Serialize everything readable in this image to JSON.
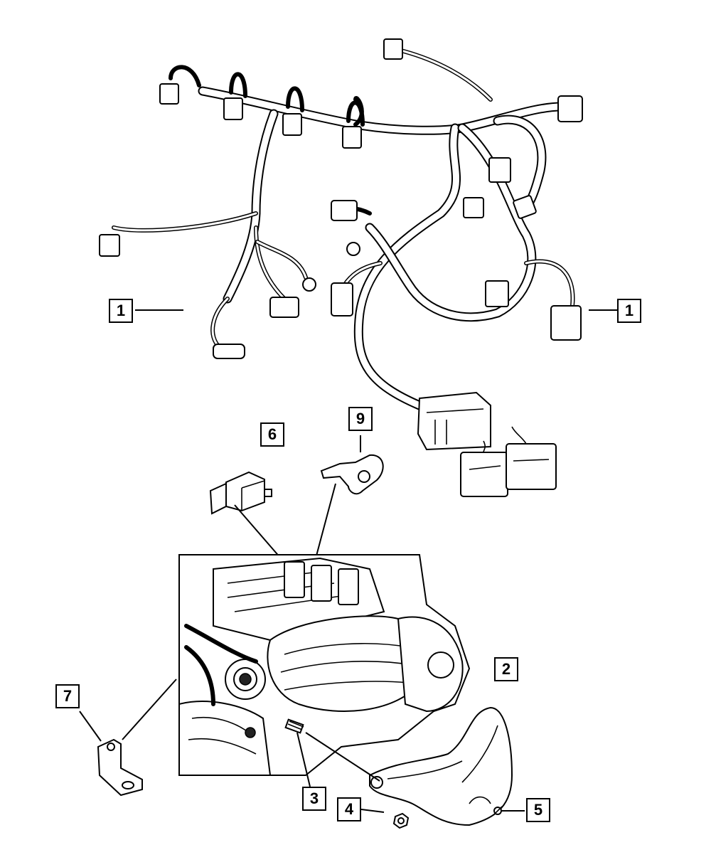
{
  "diagram": {
    "callouts": [
      {
        "id": "c1a",
        "label": "1"
      },
      {
        "id": "c1b",
        "label": "1"
      },
      {
        "id": "c9",
        "label": "9"
      },
      {
        "id": "c6",
        "label": "6"
      },
      {
        "id": "c2",
        "label": "2"
      },
      {
        "id": "c7",
        "label": "7"
      },
      {
        "id": "c3",
        "label": "3"
      },
      {
        "id": "c4",
        "label": "4"
      },
      {
        "id": "c5",
        "label": "5"
      }
    ]
  }
}
